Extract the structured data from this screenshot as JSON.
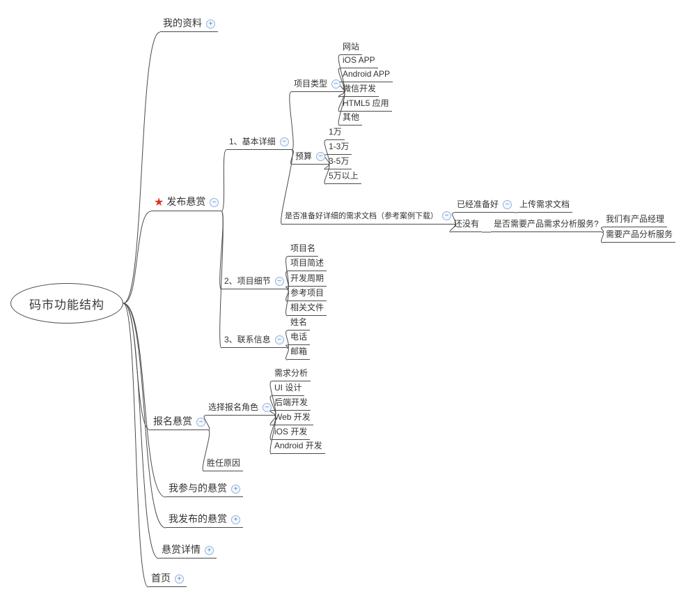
{
  "colors": {
    "line": "#4a4a4a",
    "star_red": "#d9342b",
    "badge_blue": "#4f82c4"
  },
  "tree": {
    "label": "码市功能结构",
    "children": [
      {
        "label": "我的资料",
        "badge": "+"
      },
      {
        "label": "发布悬赏",
        "badge": "−",
        "icon": "star",
        "children": [
          {
            "label": "1、基本详细",
            "badge": "−",
            "children": [
              {
                "label": "项目类型",
                "badge": "−",
                "children": [
                  {
                    "label": "网站"
                  },
                  {
                    "label": "iOS APP"
                  },
                  {
                    "label": "Android APP"
                  },
                  {
                    "label": "微信开发"
                  },
                  {
                    "label": "HTML5 应用"
                  },
                  {
                    "label": "其他"
                  }
                ]
              },
              {
                "label": "预算",
                "badge": "−",
                "children": [
                  {
                    "label": "1万"
                  },
                  {
                    "label": "1-3万"
                  },
                  {
                    "label": "3-5万"
                  },
                  {
                    "label": "5万以上"
                  }
                ]
              },
              {
                "label": "是否准备好详细的需求文档（参考案例下载）",
                "badge": "−",
                "children": [
                  {
                    "label": "已经准备好",
                    "badge": "−",
                    "children": [
                      {
                        "label": "上传需求文档"
                      }
                    ]
                  },
                  {
                    "label": "还没有",
                    "children": [
                      {
                        "label": "是否需要产品需求分析服务?",
                        "children": [
                          {
                            "label": "我们有产品经理"
                          },
                          {
                            "label": "需要产品分析服务"
                          }
                        ]
                      }
                    ]
                  }
                ]
              }
            ]
          },
          {
            "label": "2、项目细节",
            "badge": "−",
            "children": [
              {
                "label": "项目名"
              },
              {
                "label": "项目简述"
              },
              {
                "label": "开发周期"
              },
              {
                "label": "参考项目"
              },
              {
                "label": "相关文件"
              }
            ]
          },
          {
            "label": "3、联系信息",
            "badge": "−",
            "children": [
              {
                "label": "姓名"
              },
              {
                "label": "电话"
              },
              {
                "label": "邮箱"
              }
            ]
          }
        ]
      },
      {
        "label": "报名悬赏",
        "badge": "−",
        "children": [
          {
            "label": "选择报名角色",
            "badge": "−",
            "children": [
              {
                "label": "需求分析"
              },
              {
                "label": "UI 设计"
              },
              {
                "label": "后端开发"
              },
              {
                "label": "Web 开发"
              },
              {
                "label": "iOS 开发"
              },
              {
                "label": "Android 开发"
              }
            ]
          },
          {
            "label": "胜任原因"
          }
        ]
      },
      {
        "label": "我参与的悬赏",
        "badge": "+"
      },
      {
        "label": "我发布的悬赏",
        "badge": "+"
      },
      {
        "label": "悬赏详情",
        "badge": "+"
      },
      {
        "label": "首页",
        "badge": "+"
      }
    ]
  }
}
